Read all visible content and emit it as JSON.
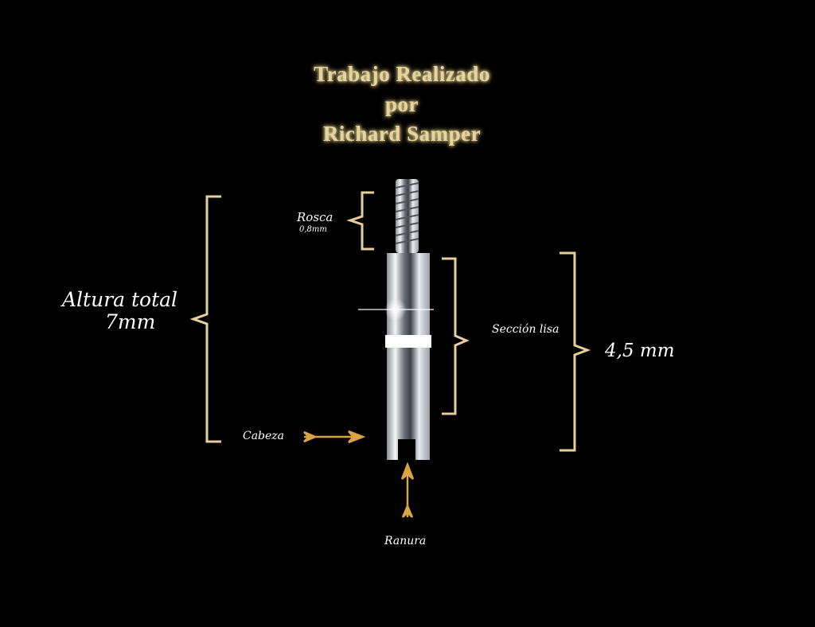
{
  "title": {
    "line1": "Trabajo Realizado",
    "line2": "por",
    "line3": "Richard Samper"
  },
  "labels": {
    "total_height": "Altura total",
    "total_height_value": "7mm",
    "thread": "Rosca",
    "thread_value": "0,8mm",
    "smooth_section": "Sección lisa",
    "smooth_height_value": "4,5 mm",
    "head": "Cabeza",
    "slot": "Ranura"
  },
  "colors": {
    "background": "#000000",
    "bracket": "#e6cf9a",
    "gold": "#d9a441",
    "metal": "#c8ccd2"
  }
}
